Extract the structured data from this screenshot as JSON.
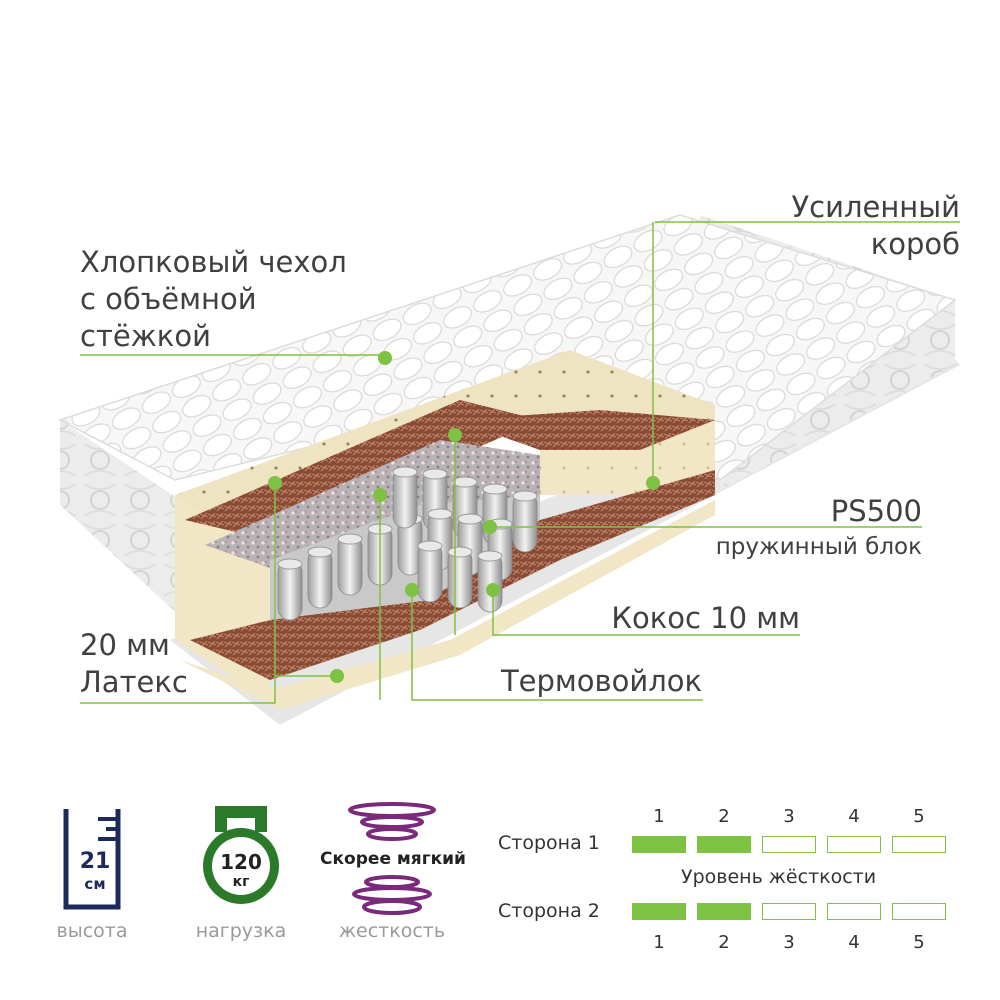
{
  "labels": {
    "cover_1": "Хлопковый чехол",
    "cover_2": "с объёмной",
    "cover_3": "стёжкой",
    "box_1": "Усиленный",
    "box_2": "короб",
    "block_1": "PS500",
    "block_2": "пружинный блок",
    "coconut": "Кокос 10 мм",
    "felt": "Термовойлок",
    "latex_1": "20 мм",
    "latex_2": "Латекс"
  },
  "specs": {
    "height_value": "21",
    "height_unit": "см",
    "height_caption": "высота",
    "load_value": "120",
    "load_unit": "кг",
    "load_caption": "нагрузка",
    "softness_label": "Скорее мягкий",
    "softness_caption": "жесткость"
  },
  "firmness": {
    "title": "Уровень жёсткости",
    "levels": [
      "1",
      "2",
      "3",
      "4",
      "5"
    ],
    "side1_label": "Сторона 1",
    "side2_label": "Сторона 2",
    "side1_level": 2,
    "side2_level": 2
  },
  "colors": {
    "accent_green": "#7dc242",
    "navy": "#1f2a5c",
    "dark_green": "#2a7a2a",
    "purple": "#7a2a7a"
  }
}
